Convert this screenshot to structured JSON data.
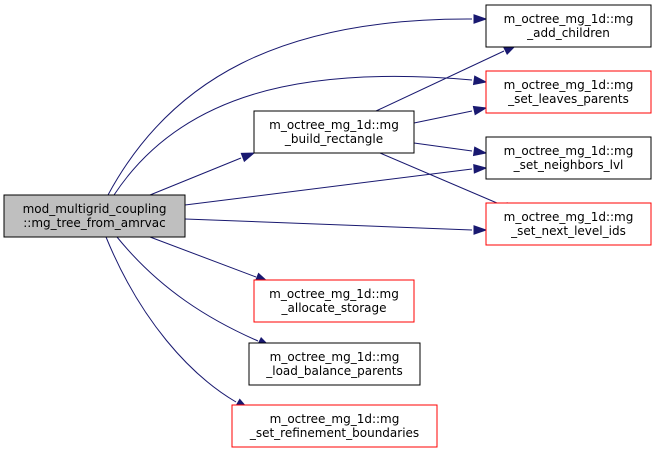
{
  "graph": {
    "colors": {
      "root_fill": "#bfbfbf",
      "node_fill": "#ffffff",
      "black_border": "#000000",
      "red_border": "#ff0000",
      "edge": "#191970"
    },
    "nodes": [
      {
        "id": "root",
        "lines": [
          "mod_multigrid_coupling",
          "::mg_tree_from_amrvac"
        ],
        "border": "black",
        "root": true
      },
      {
        "id": "build_rectangle",
        "lines": [
          "m_octree_mg_1d::mg",
          "_build_rectangle"
        ],
        "border": "black"
      },
      {
        "id": "add_children",
        "lines": [
          "m_octree_mg_1d::mg",
          "_add_children"
        ],
        "border": "black"
      },
      {
        "id": "set_leaves_parents",
        "lines": [
          "m_octree_mg_1d::mg",
          "_set_leaves_parents"
        ],
        "border": "red"
      },
      {
        "id": "set_neighbors_lvl",
        "lines": [
          "m_octree_mg_1d::mg",
          "_set_neighbors_lvl"
        ],
        "border": "black"
      },
      {
        "id": "set_next_level_ids",
        "lines": [
          "m_octree_mg_1d::mg",
          "_set_next_level_ids"
        ],
        "border": "red"
      },
      {
        "id": "allocate_storage",
        "lines": [
          "m_octree_mg_1d::mg",
          "_allocate_storage"
        ],
        "border": "red"
      },
      {
        "id": "load_balance_parents",
        "lines": [
          "m_octree_mg_1d::mg",
          "_load_balance_parents"
        ],
        "border": "black"
      },
      {
        "id": "set_refinement_boundaries",
        "lines": [
          "m_octree_mg_1d::mg",
          "_set_refinement_boundaries"
        ],
        "border": "red"
      }
    ],
    "edges": [
      {
        "from": "root",
        "to": "add_children"
      },
      {
        "from": "root",
        "to": "set_leaves_parents"
      },
      {
        "from": "root",
        "to": "build_rectangle"
      },
      {
        "from": "root",
        "to": "set_neighbors_lvl"
      },
      {
        "from": "root",
        "to": "set_next_level_ids"
      },
      {
        "from": "root",
        "to": "allocate_storage"
      },
      {
        "from": "root",
        "to": "load_balance_parents"
      },
      {
        "from": "root",
        "to": "set_refinement_boundaries"
      },
      {
        "from": "build_rectangle",
        "to": "add_children"
      },
      {
        "from": "build_rectangle",
        "to": "set_leaves_parents"
      },
      {
        "from": "build_rectangle",
        "to": "set_neighbors_lvl"
      },
      {
        "from": "build_rectangle",
        "to": "set_next_level_ids"
      }
    ]
  }
}
